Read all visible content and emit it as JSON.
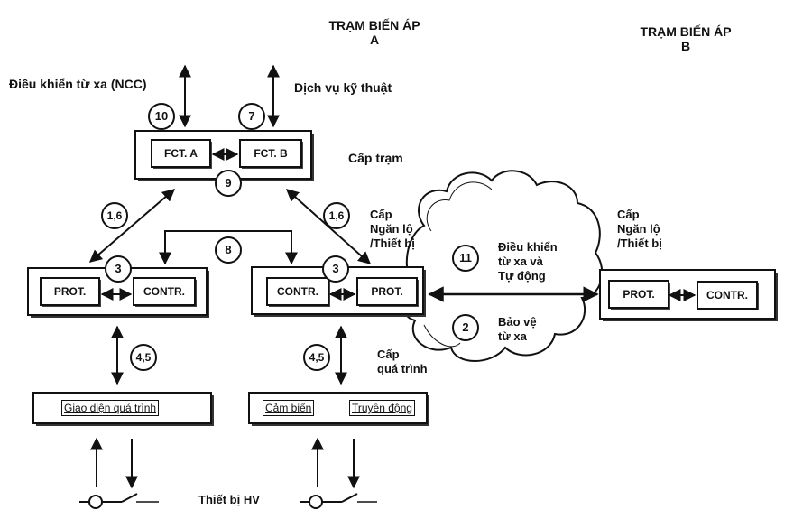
{
  "stations": {
    "a": {
      "title": "TRẠM BIẾN ÁP",
      "letter": "A"
    },
    "b": {
      "title": "TRẠM BIẾN ÁP",
      "letter": "B"
    }
  },
  "labels": {
    "remote_control_ncc": "Điều khiển từ xa (NCC)",
    "technical_service": "Dịch vụ kỹ thuật",
    "station_level": "Cấp trạm",
    "bay_level_a": [
      "Cấp",
      "Ngăn lộ",
      "/Thiết bị"
    ],
    "bay_level_b": [
      "Cấp",
      "Ngăn lộ",
      "/Thiết bị"
    ],
    "process_level": [
      "Cấp",
      "quá trình"
    ],
    "hv_equipment": "Thiết bị HV"
  },
  "station_boxes": {
    "fct_a": "FCT. A",
    "fct_b": "FCT. B"
  },
  "bay_boxes": {
    "left": {
      "first": "PROT.",
      "second": "CONTR."
    },
    "middle": {
      "first": "CONTR.",
      "second": "PROT."
    },
    "right": {
      "first": "PROT.",
      "second": "CONTR."
    }
  },
  "process_boxes": {
    "left": "Giao diện quá trình",
    "middle_sensor": "Cảm biến",
    "middle_actuator": "Truyền động"
  },
  "cloud": {
    "upper": [
      "Điều khiển",
      "từ xa và",
      "Tự động"
    ],
    "lower": [
      "Bảo vệ",
      "từ xa"
    ]
  },
  "interface_numbers": {
    "n10": "10",
    "n7": "7",
    "n9": "9",
    "n16_left": "1,6",
    "n16_right": "1,6",
    "n8": "8",
    "n3_left": "3",
    "n3_middle": "3",
    "n45_left": "4,5",
    "n45_middle": "4,5",
    "n11": "11",
    "n2": "2"
  }
}
